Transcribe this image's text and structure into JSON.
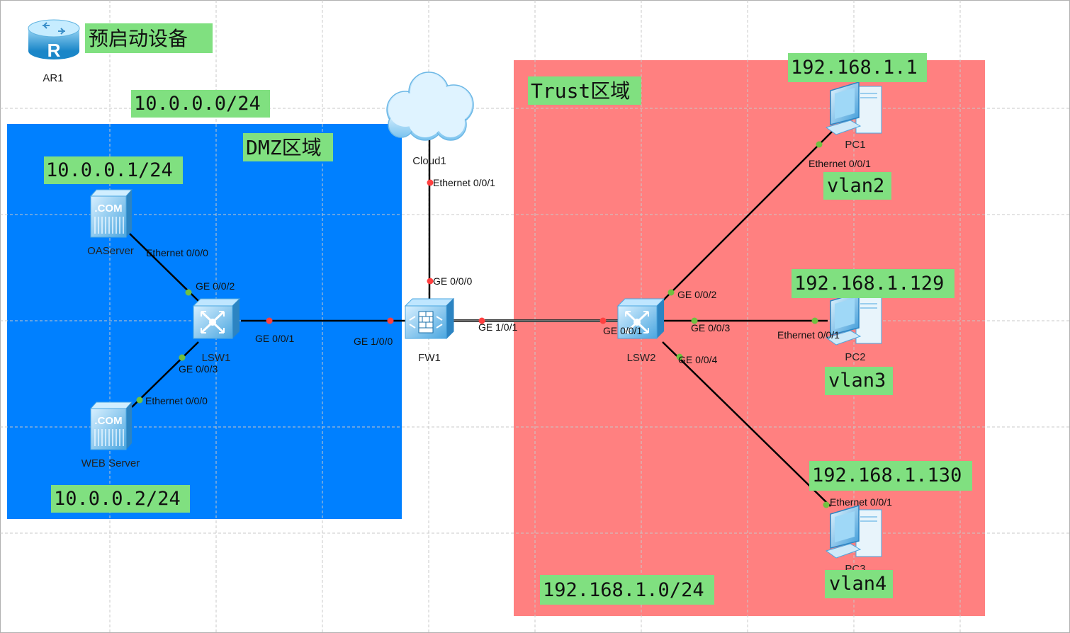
{
  "devices": {
    "ar1": {
      "name": "AR1",
      "icon": "router-icon"
    },
    "cloud1": {
      "name": "Cloud1",
      "icon": "cloud-icon"
    },
    "fw1": {
      "name": "FW1",
      "icon": "firewall-icon"
    },
    "lsw1": {
      "name": "LSW1",
      "icon": "switch-icon"
    },
    "lsw2": {
      "name": "LSW2",
      "icon": "switch-icon"
    },
    "oa_server": {
      "name": "OAServer",
      "icon": "server-icon"
    },
    "web_server": {
      "name": "WEB Server",
      "icon": "server-icon"
    },
    "pc1": {
      "name": "PC1",
      "icon": "pc-icon"
    },
    "pc2": {
      "name": "PC2",
      "icon": "pc-icon"
    },
    "pc3": {
      "name": "PC3",
      "icon": "pc-icon"
    }
  },
  "server_badge": ".COM",
  "router_badge": "R",
  "labels": {
    "preboot": "预启动设备",
    "dmz_subnet": "10.0.0.0/24",
    "dmz_zone": "DMZ区域",
    "oa_ip": "10.0.0.1/24",
    "web_ip": "10.0.0.2/24",
    "trust_zone": "Trust区域",
    "trust_subnet": "192.168.1.0/24",
    "pc1_ip": "192.168.1.1",
    "pc2_ip": "192.168.1.129",
    "pc3_ip": "192.168.1.130",
    "pc1_vlan": "vlan2",
    "pc2_vlan": "vlan3",
    "pc3_vlan": "vlan4"
  },
  "ports": {
    "cloud_eth": "Ethernet 0/0/1",
    "fw_ge000": "GE 0/0/0",
    "fw_ge100": "GE 1/0/0",
    "fw_ge101": "GE 1/0/1",
    "oa_eth": "Ethernet 0/0/0",
    "web_eth": "Ethernet 0/0/0",
    "lsw1_ge002": "GE 0/0/2",
    "lsw1_ge001": "GE 0/0/1",
    "lsw1_ge003": "GE 0/0/3",
    "lsw2_ge001": "GE 0/0/1",
    "lsw2_ge002": "GE 0/0/2",
    "lsw2_ge003": "GE 0/0/3",
    "lsw2_ge004": "GE 0/0/4",
    "pc1_eth": "Ethernet 0/0/1",
    "pc2_eth": "Ethernet 0/0/1",
    "pc3_eth": "Ethernet 0/0/1"
  },
  "colors": {
    "dmz_zone": "#0080FF",
    "trust_zone": "#FF8080",
    "label_bg": "#80E080",
    "link": "#000000",
    "port_up": "#70C040",
    "port_down": "#FF4040"
  }
}
